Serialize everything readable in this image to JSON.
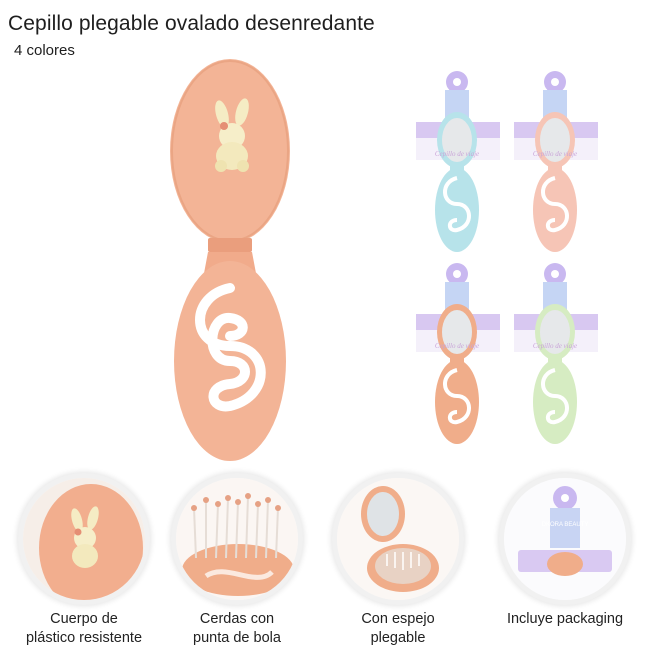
{
  "header": {
    "title": "Cepillo plegable ovalado desenredante",
    "subtitle": "4 colores"
  },
  "colors": {
    "peach": "#f3b496",
    "peach_dark": "#e9a07f",
    "blue": "#b7e3ea",
    "pink": "#f6c5b6",
    "orange": "#f0ad8a",
    "green": "#d6ecc2",
    "holographic": "#c9b8f0"
  },
  "variants": [
    {
      "color": "#b7e3ea",
      "card_label": "Cepillo de viaje"
    },
    {
      "color": "#f6c5b6",
      "card_label": "Cepillo de viaje"
    },
    {
      "color": "#f0ad8a",
      "card_label": "Cepillo de viaje"
    },
    {
      "color": "#d6ecc2",
      "card_label": "Cepillo de viaje"
    }
  ],
  "brand_tag": "DKORA BEAUTY",
  "features": [
    {
      "line1": "Cuerpo de",
      "line2": "plástico resistente",
      "icon": "bunny-icon"
    },
    {
      "line1": "Cerdas con",
      "line2": "punta de bola",
      "icon": "bristles-icon"
    },
    {
      "line1": "Con espejo",
      "line2": "plegable",
      "icon": "mirror-icon"
    },
    {
      "line1": "Incluye packaging",
      "line2": "",
      "icon": "packaging-icon"
    }
  ]
}
